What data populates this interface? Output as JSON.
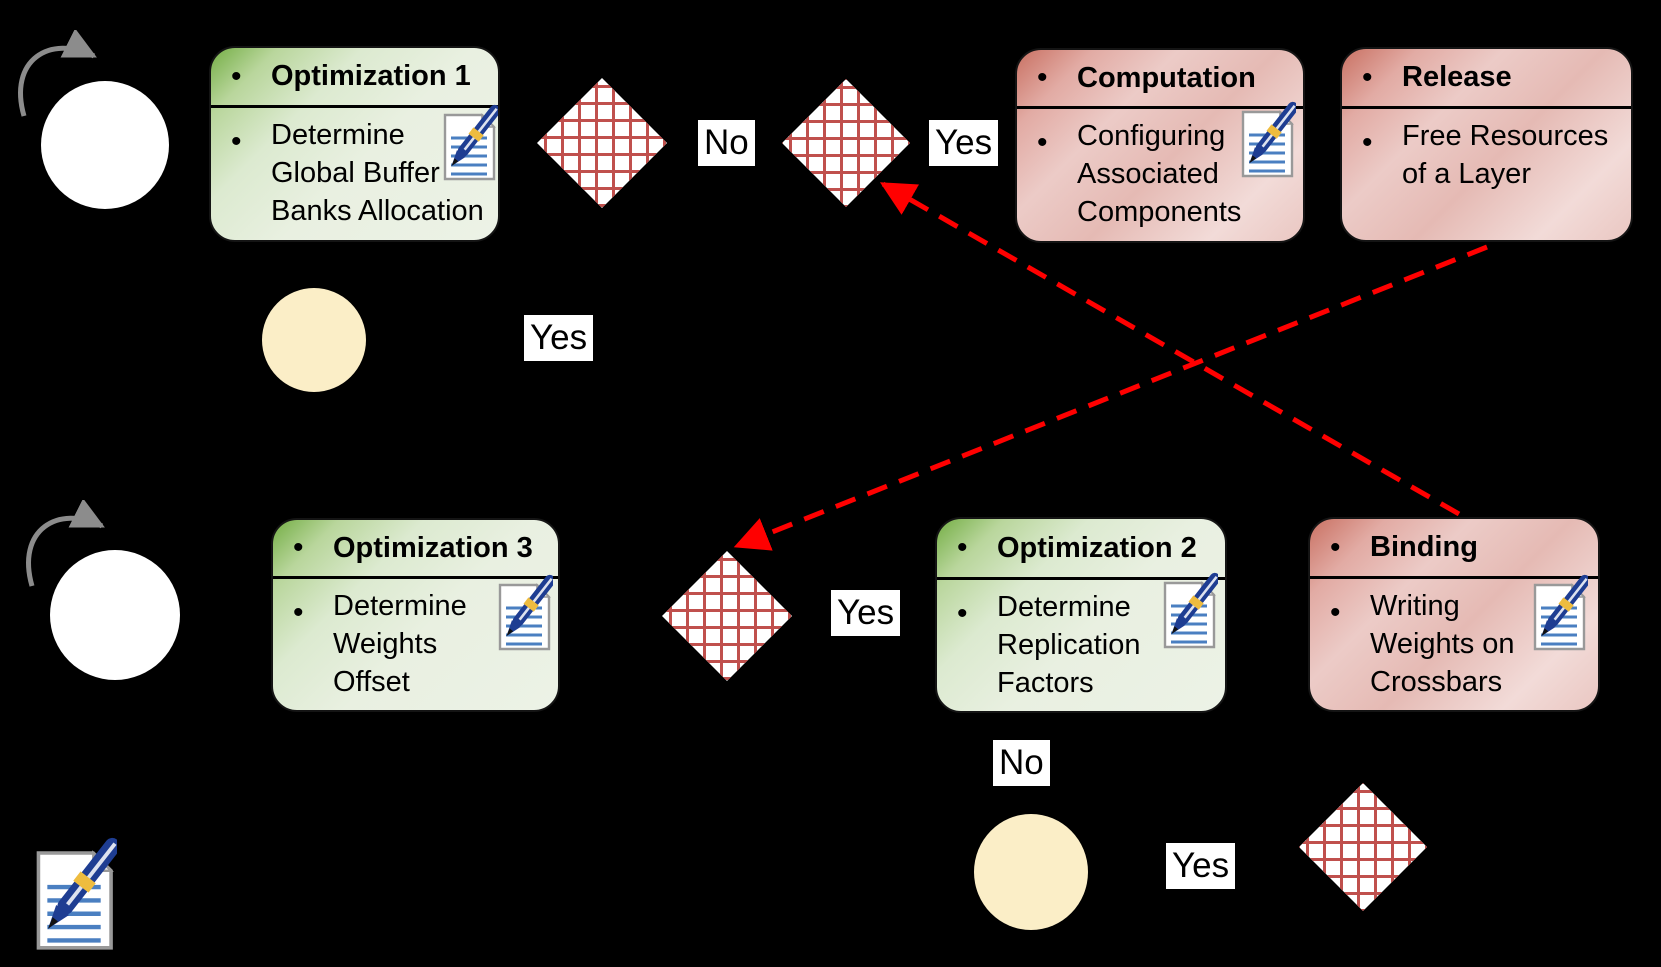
{
  "ui": {
    "bullet": "•"
  },
  "colors": {
    "background": "#000000",
    "green_node_dark": "#74ae45",
    "green_node_light": "#e9f0e1",
    "pink_node_dark": "#c97163",
    "pink_node_light": "#eccbc7",
    "cream_circle": "#fbeec7",
    "white_circle": "#ffffff",
    "hatch_red": "#c0504d",
    "dashed_arrow_red": "#ff0000",
    "self_loop_gray": "#8c8c8c",
    "label_chip_bg": "#ffffff"
  },
  "nodes": {
    "optimization1": {
      "title": "Optimization 1",
      "body": "Determine\nGlobal Buffer\nBanks Allocation"
    },
    "computation": {
      "title": "Computation",
      "body": "Configuring\nAssociated\nComponents"
    },
    "release": {
      "title": "Release",
      "body": "Free Resources\nof a Layer"
    },
    "optimization3": {
      "title": "Optimization 3",
      "body": "Determine\nWeights\nOffset"
    },
    "optimization2": {
      "title": "Optimization 2",
      "body": "Determine\nReplication\nFactors"
    },
    "binding": {
      "title": "Binding",
      "body": "Writing\nWeights on\nCrossbars"
    }
  },
  "labels": {
    "no_top": "No",
    "yes_top": "Yes",
    "yes_upper_left": "Yes",
    "yes_middle": "Yes",
    "no_bottom": "No",
    "yes_bottom": "Yes"
  }
}
